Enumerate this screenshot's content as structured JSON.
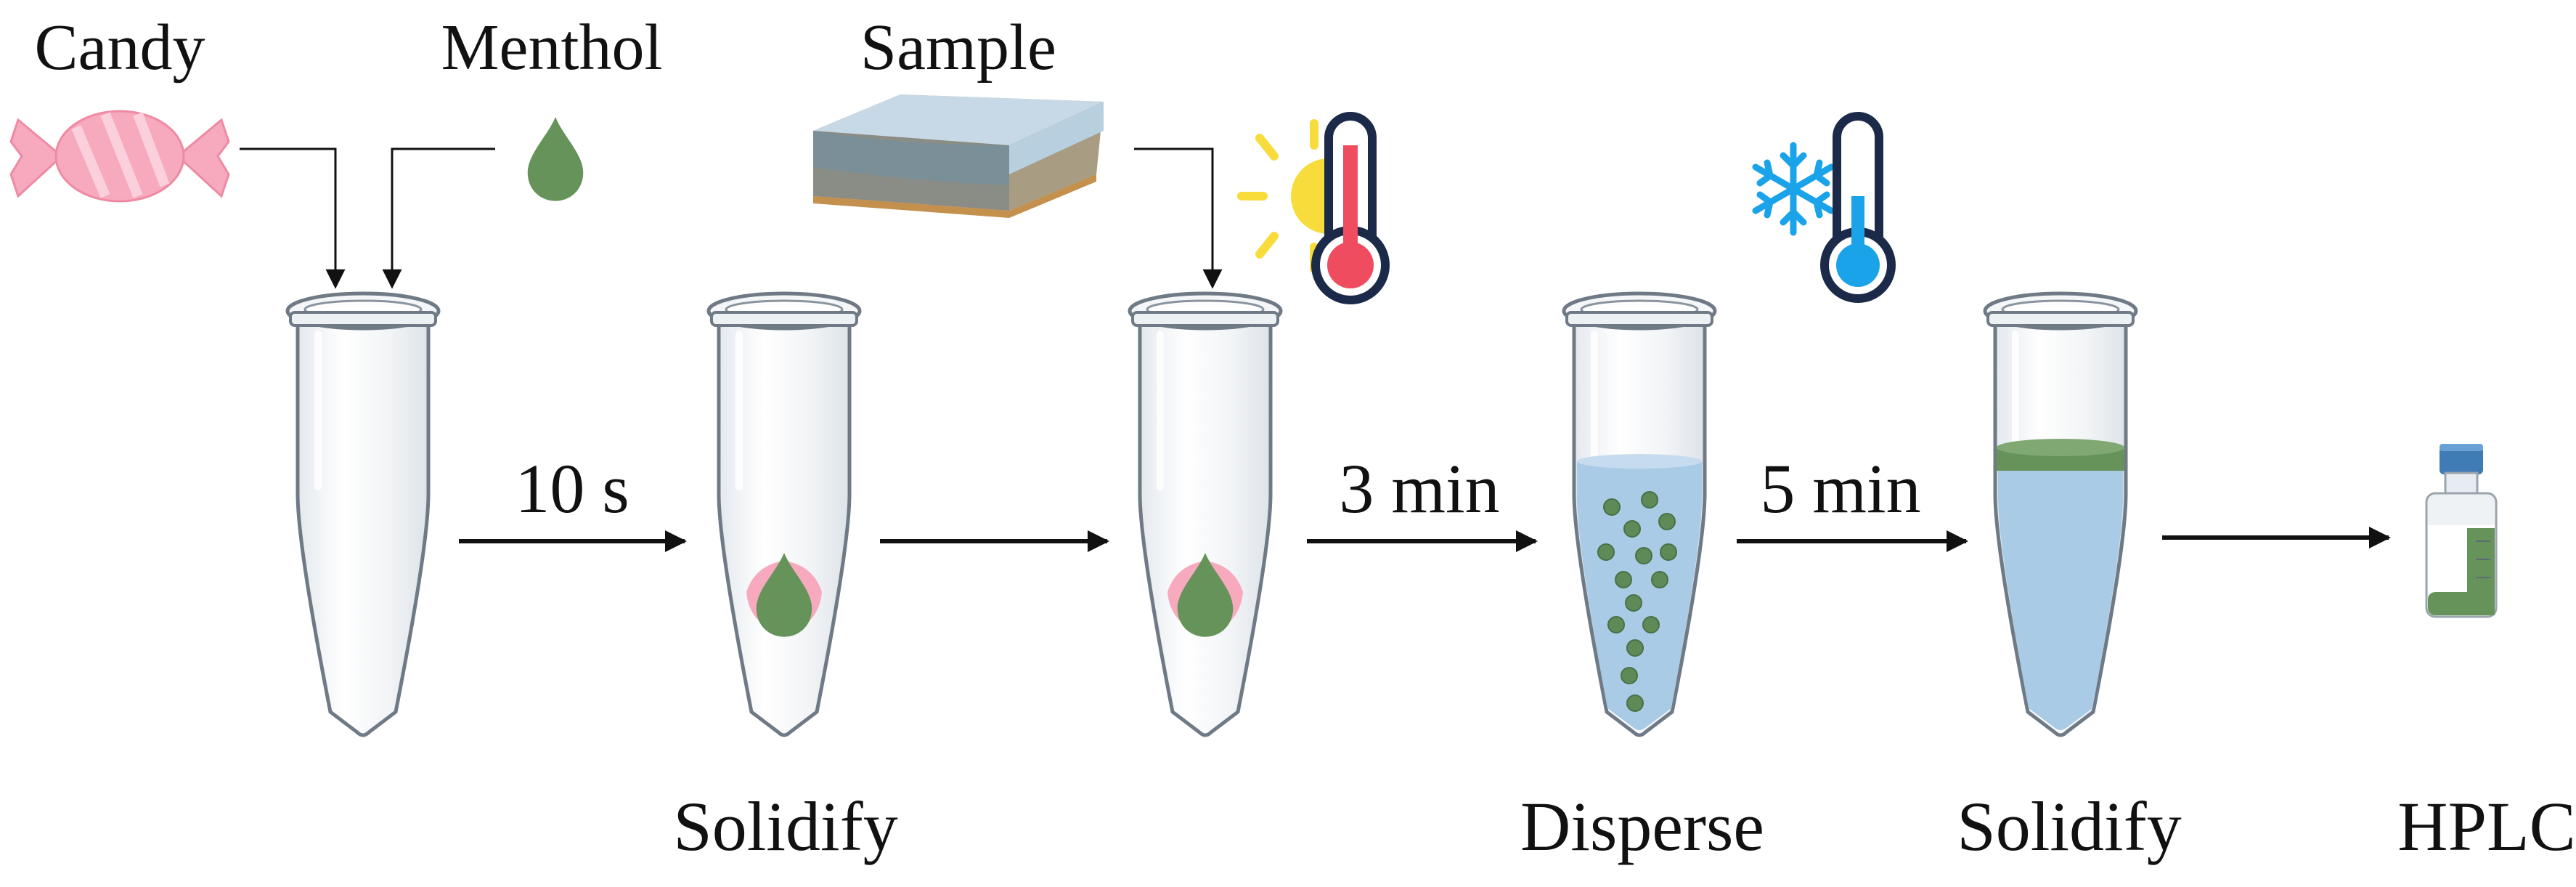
{
  "ingredients": {
    "candy": "Candy",
    "menthol": "Menthol",
    "sample": "Sample"
  },
  "steps": {
    "step1_time": "10 s",
    "step3_time": "3 min",
    "step4_time": "5 min"
  },
  "results": {
    "solidify_1": "Solidify",
    "disperse": "Disperse",
    "solidify_2": "Solidify",
    "hplc": "HPLC"
  },
  "colors": {
    "candy_pink": "#f7a9bd",
    "menthol_green": "#66935a",
    "liquid_blue": "#a9cbe6",
    "heat_red": "#ef4c5f",
    "cold_blue": "#1aa3e8",
    "sun_yellow": "#f7dc3c",
    "thermo_outline": "#1c2a4a"
  },
  "icons": {
    "heating": "sun-thermometer-icon",
    "cooling": "snowflake-thermometer-icon"
  }
}
